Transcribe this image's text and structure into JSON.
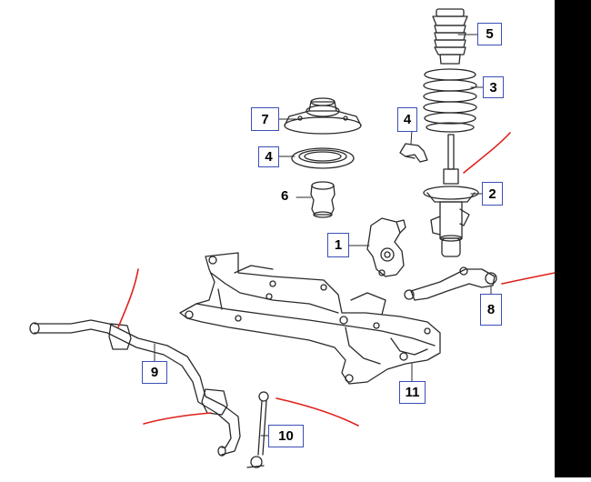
{
  "diagram": {
    "callouts": {
      "c1": "1",
      "c2": "2",
      "c3": "3",
      "c4a": "4",
      "c4b": "4",
      "c5": "5",
      "c6": "6",
      "c7": "7",
      "c8": "8",
      "c9": "9",
      "c10": "10",
      "c11": "11"
    },
    "colors": {
      "line": "#2a2a2a",
      "box_border": "#3b4fb8",
      "annotation": "#e0201b",
      "background": "#ffffff",
      "right_edge": "#000000"
    }
  }
}
